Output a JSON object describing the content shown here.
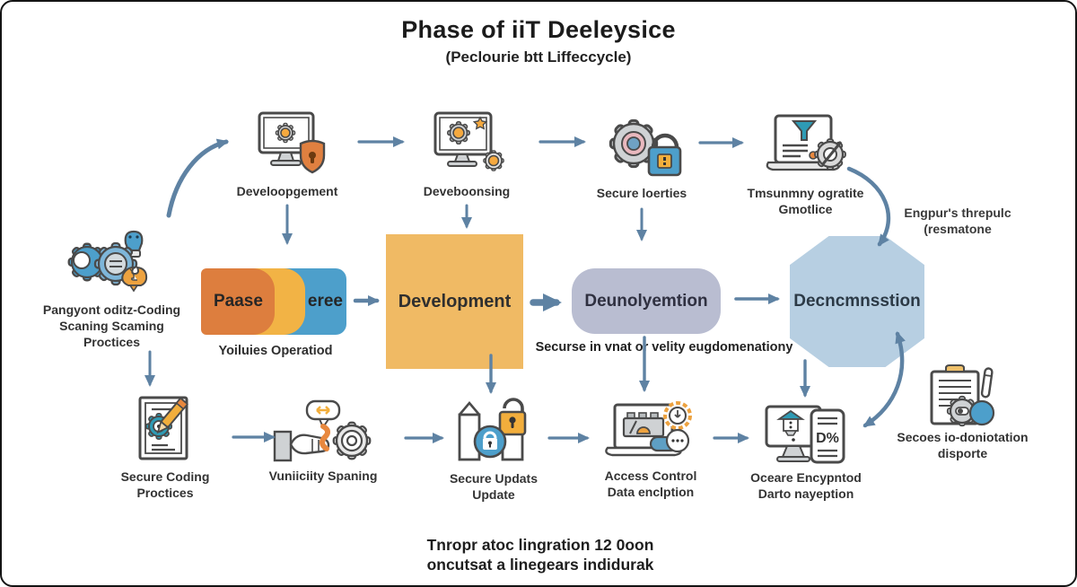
{
  "header": {
    "title": "Phase of iiT Deeleysice",
    "subtitle": "(Peclourie btt Liffeccycle)"
  },
  "colors": {
    "arrow": "#5E82A3",
    "segment_orange": "#DD7E3E",
    "segment_amber": "#F2B345",
    "segment_blue": "#4D9FCB",
    "development_box": "#F0BA64",
    "deployment_box": "#B9BDD1",
    "octagon": "#B7CFE2"
  },
  "top_row": {
    "items": [
      {
        "icon": "monitor-shield-icon",
        "label": "Develoopgement"
      },
      {
        "icon": "monitor-gears-icon",
        "label": "Deveboonsing"
      },
      {
        "icon": "gear-lock-icon",
        "label": "Secure loerties"
      },
      {
        "icon": "laptop-funnel-gear-icon",
        "label_line1": "Tmsunmny ogratite",
        "label_line2": "Gmotlice"
      }
    ],
    "side_note_line1": "Engpur's threpulc",
    "side_note_line2": "(resmatone"
  },
  "left_node": {
    "icon": "gears-tool-icon",
    "label_line1": "Pangyont oditz-Coding",
    "label_line2": "Scaning Scaming",
    "label_line3": "Proctices"
  },
  "flow": {
    "phase_block": {
      "left_text": "Paase",
      "right_text": "eree",
      "caption": "Yoiluies Operatiod"
    },
    "development": {
      "label": "Development"
    },
    "deployment": {
      "label": "Deunolyemtion"
    },
    "decommission": {
      "label": "Decncmnsstion"
    },
    "note": "Securse in vnat or velity eugdomenationy"
  },
  "bottom_row": [
    {
      "icon": "document-pencil-gear-icon",
      "label_line1": "Secure Coding",
      "label_line2": "Proctices"
    },
    {
      "icon": "hand-gear-icon",
      "label_line1": "Vuniiciity Spaning",
      "label_line2": ""
    },
    {
      "icon": "package-locks-icon",
      "label_line1": "Secure Updats",
      "label_line2": "Update"
    },
    {
      "icon": "laptop-clock-icon",
      "label_line1": "Access Control",
      "label_line2": "Data enclption"
    },
    {
      "icon": "monitor-card-icon",
      "label_line1": "Oceare Encypntod",
      "label_line2": "Darto nayeption"
    },
    {
      "icon": "clipboard-gear-icon",
      "label_line1": "Secoes io-doniotation",
      "label_line2": "disporte"
    }
  ],
  "icon_text": {
    "doc_percent": "D%"
  },
  "caption": {
    "line1": "Tnropr atoc lingration 12 0oon",
    "line2": "oncutsat a linegears indidurak"
  }
}
